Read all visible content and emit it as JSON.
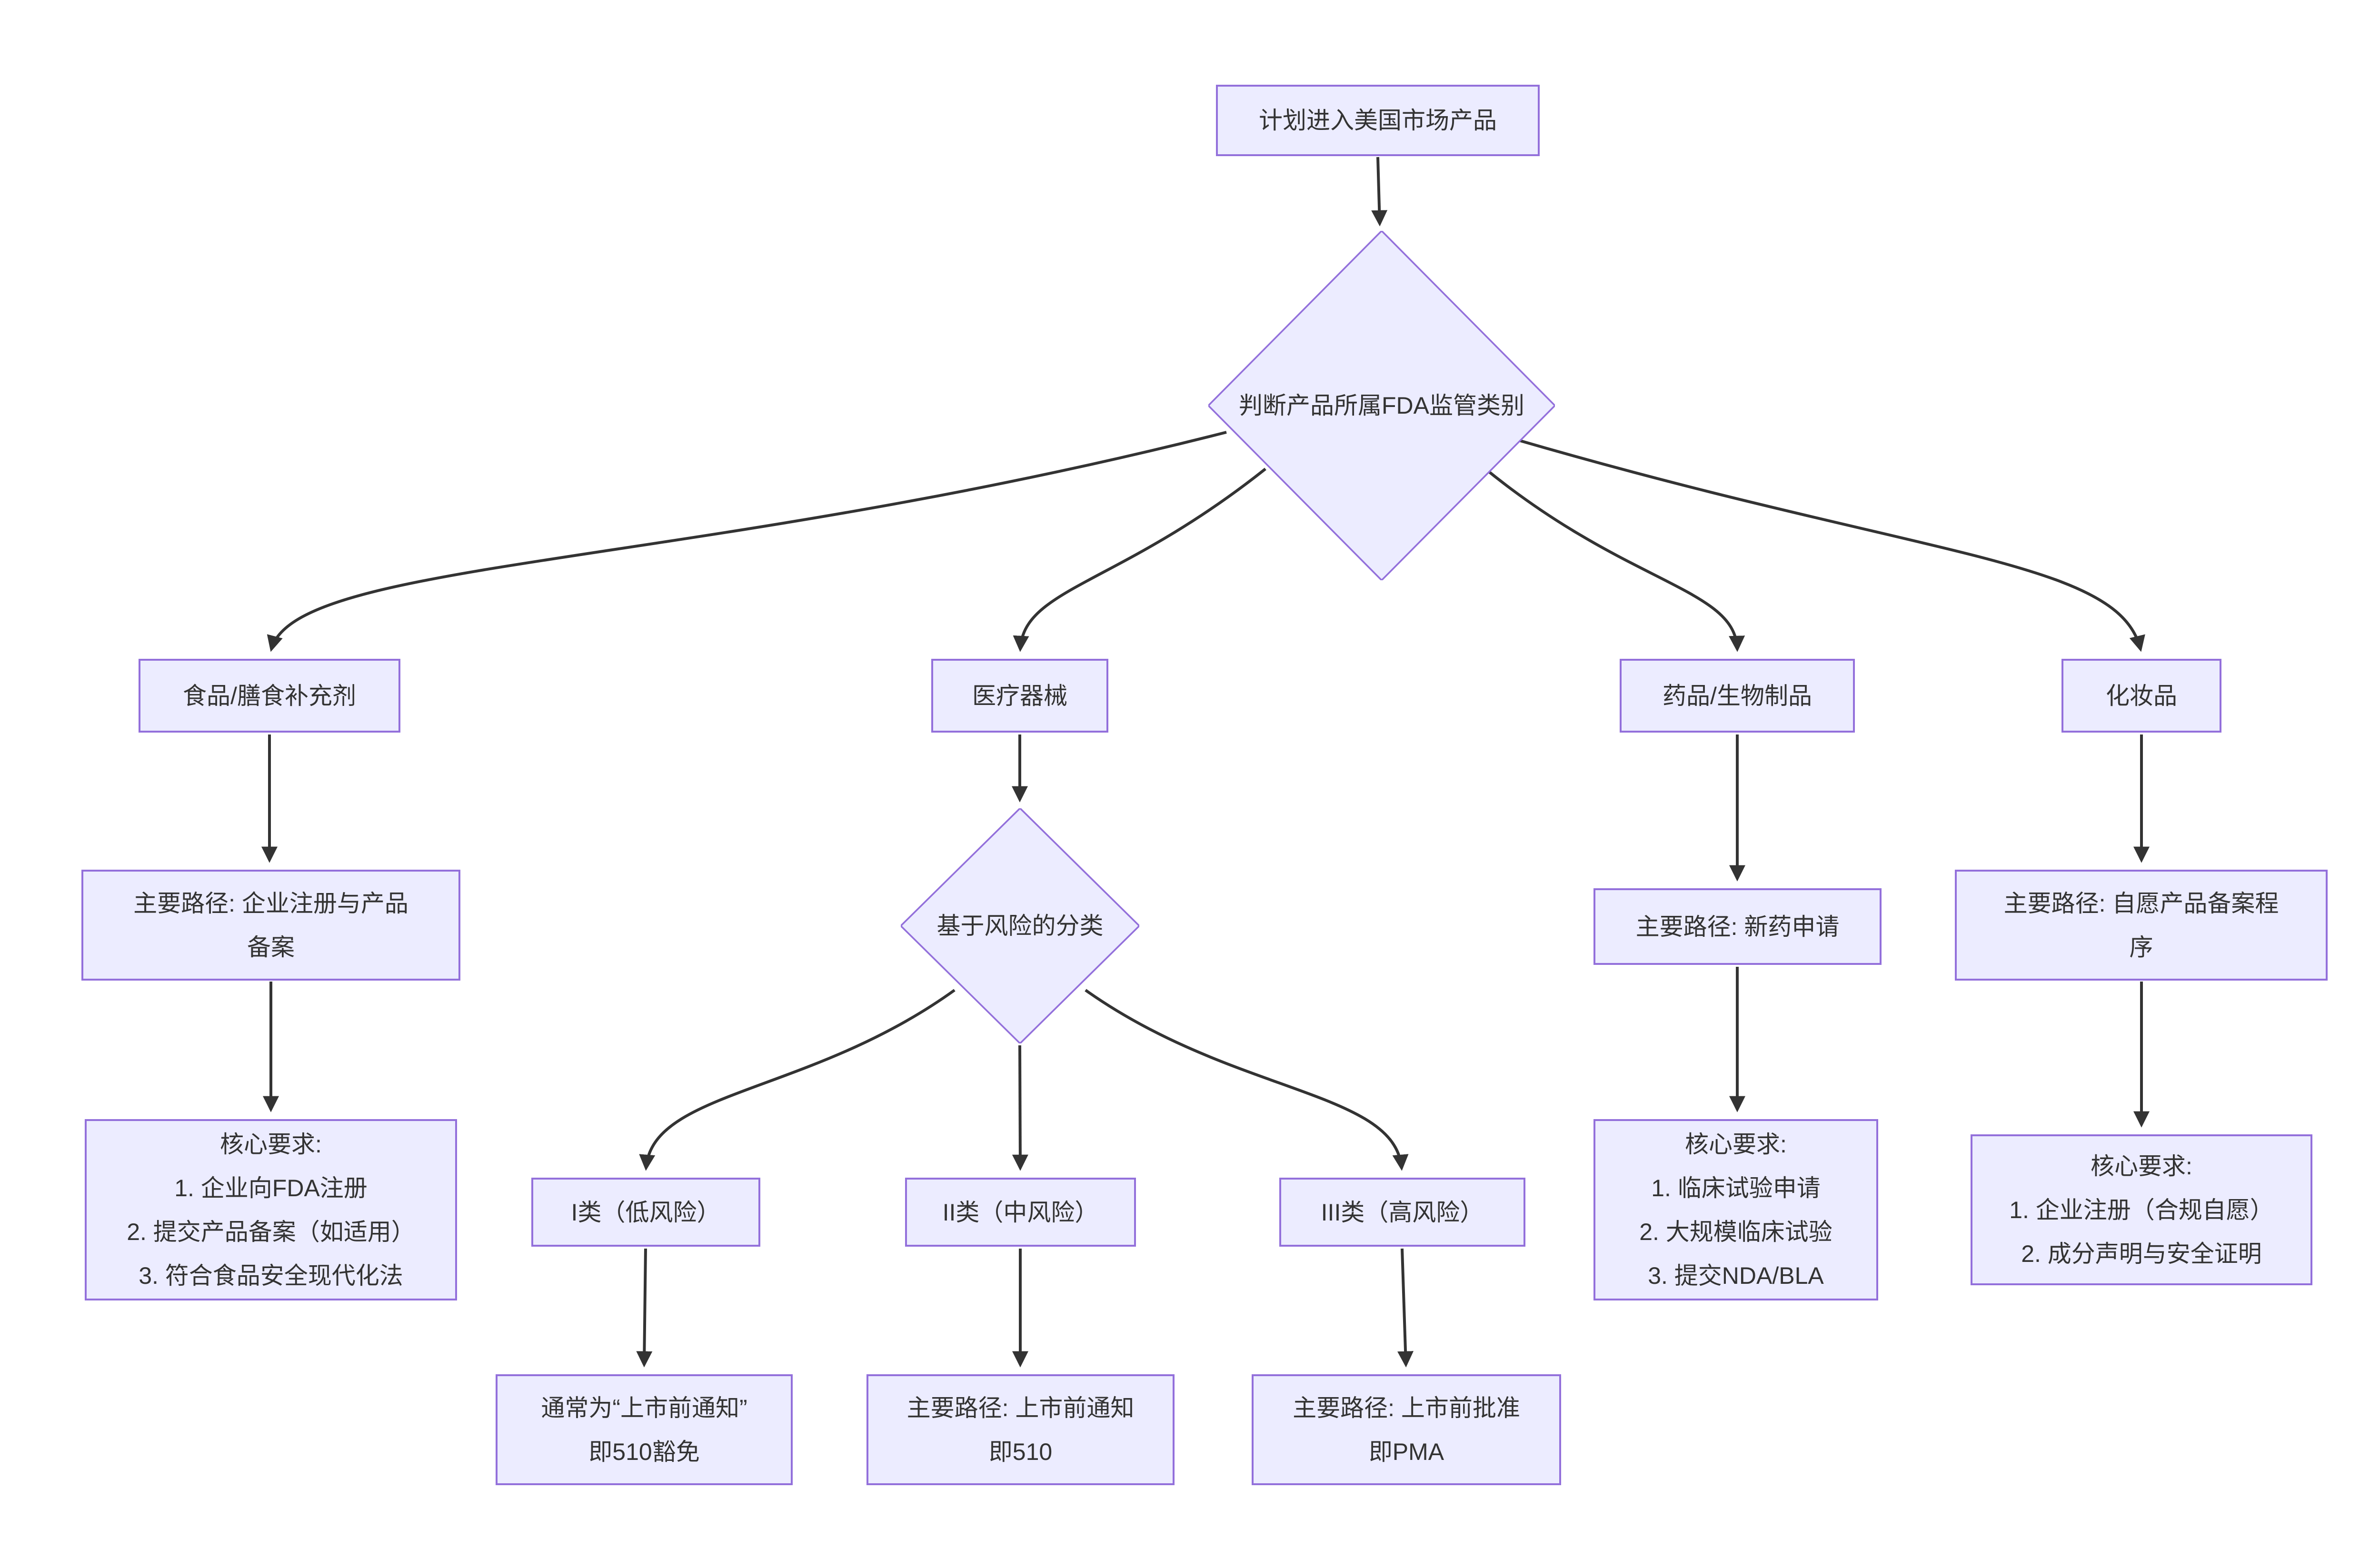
{
  "diagram_type": "flowchart-top-down",
  "colors": {
    "node_fill": "#ECECFF",
    "node_border": "#9370DB",
    "edge_color": "#333333",
    "text_color": "#333333",
    "background": "#FFFFFF"
  },
  "nodes": {
    "start": {
      "lines": [
        "计划进入美国市场产品"
      ]
    },
    "fda_category": {
      "lines": [
        "判断产品所属FDA监管类别"
      ]
    },
    "food": {
      "lines": [
        "食品/膳食补充剂"
      ]
    },
    "device": {
      "lines": [
        "医疗器械"
      ]
    },
    "drug": {
      "lines": [
        "药品/生物制品"
      ]
    },
    "cosmetic": {
      "lines": [
        "化妆品"
      ]
    },
    "food_path": {
      "lines": [
        "主要路径: 企业注册与产品",
        "备案"
      ]
    },
    "risk_class": {
      "lines": [
        "基于风险的分类"
      ]
    },
    "drug_path": {
      "lines": [
        "主要路径: 新药申请"
      ]
    },
    "cosmetic_path": {
      "lines": [
        "主要路径: 自愿产品备案程",
        "序"
      ]
    },
    "food_req": {
      "lines": [
        "核心要求:",
        "1. 企业向FDA注册",
        "2. 提交产品备案（如适用）",
        "3. 符合食品安全现代化法"
      ]
    },
    "class1": {
      "lines": [
        "I类（低风险）"
      ]
    },
    "class2": {
      "lines": [
        "II类（中风险）"
      ]
    },
    "class3": {
      "lines": [
        "III类（高风险）"
      ]
    },
    "drug_req": {
      "lines": [
        "核心要求:",
        "1. 临床试验申请",
        "2. 大规模临床试验",
        "3. 提交NDA/BLA"
      ]
    },
    "cosmetic_req": {
      "lines": [
        "核心要求:",
        "1. 企业注册（合规自愿）",
        "2. 成分声明与安全证明"
      ]
    },
    "exempt510": {
      "lines": [
        "通常为“上市前通知”",
        "即510豁免"
      ]
    },
    "notify510": {
      "lines": [
        "主要路径: 上市前通知",
        "即510"
      ]
    },
    "pma": {
      "lines": [
        "主要路径: 上市前批准",
        "即PMA"
      ]
    }
  },
  "edges": [
    {
      "from": "start",
      "to": "fda_category"
    },
    {
      "from": "fda_category",
      "to": "food"
    },
    {
      "from": "fda_category",
      "to": "device"
    },
    {
      "from": "fda_category",
      "to": "drug"
    },
    {
      "from": "fda_category",
      "to": "cosmetic"
    },
    {
      "from": "food",
      "to": "food_path"
    },
    {
      "from": "food_path",
      "to": "food_req"
    },
    {
      "from": "device",
      "to": "risk_class"
    },
    {
      "from": "risk_class",
      "to": "class1"
    },
    {
      "from": "risk_class",
      "to": "class2"
    },
    {
      "from": "risk_class",
      "to": "class3"
    },
    {
      "from": "class1",
      "to": "exempt510"
    },
    {
      "from": "class2",
      "to": "notify510"
    },
    {
      "from": "class3",
      "to": "pma"
    },
    {
      "from": "drug",
      "to": "drug_path"
    },
    {
      "from": "drug_path",
      "to": "drug_req"
    },
    {
      "from": "cosmetic",
      "to": "cosmetic_path"
    },
    {
      "from": "cosmetic_path",
      "to": "cosmetic_req"
    }
  ]
}
